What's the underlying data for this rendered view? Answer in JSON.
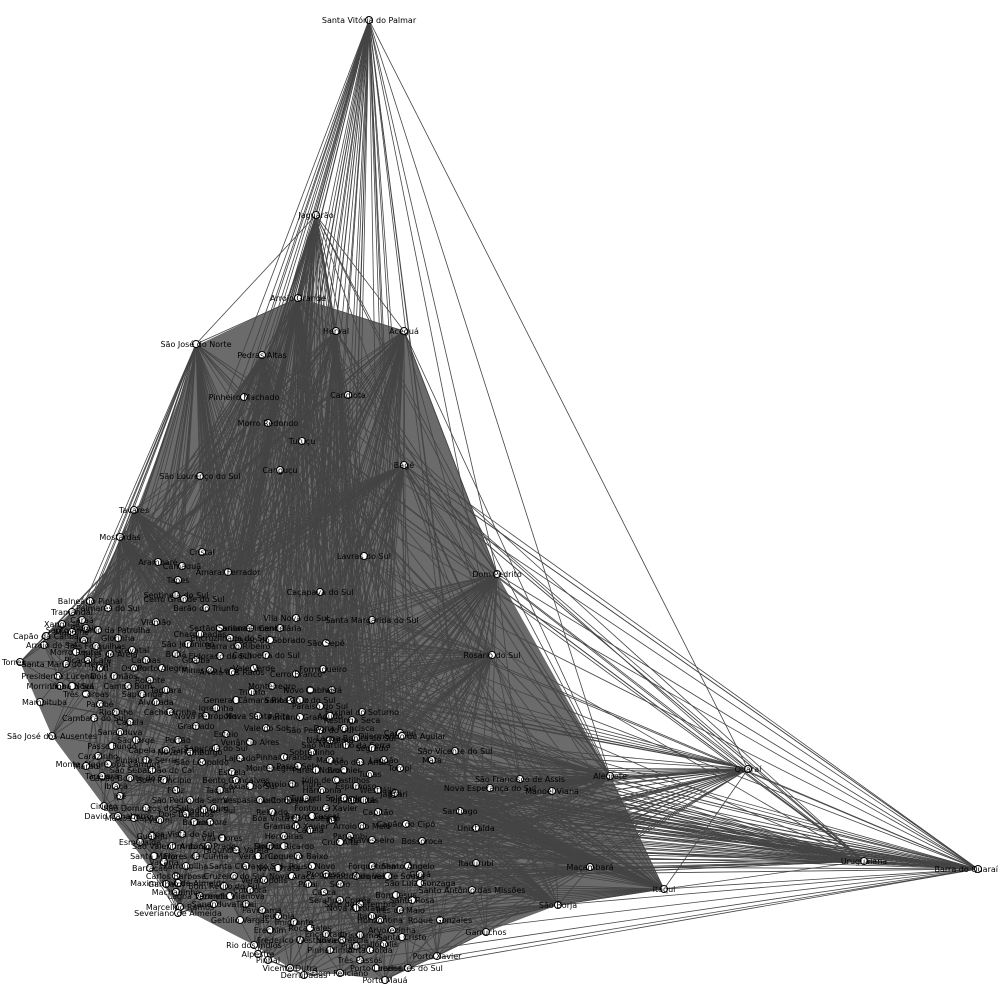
{
  "graph": {
    "edge_color": "#444444",
    "node_fill": "#ffffff",
    "node_stroke": "#000000",
    "label_color": "#000000",
    "nodes": [
      {
        "name": "Santa Vitória do Palmar"
      },
      {
        "name": "Jaguarão"
      },
      {
        "name": "Arroio Grande"
      },
      {
        "name": "Herval"
      },
      {
        "name": "Aceguá"
      },
      {
        "name": "São José do Norte"
      },
      {
        "name": "Pedras Altas"
      },
      {
        "name": "Pinheiro Machado"
      },
      {
        "name": "Candiota"
      },
      {
        "name": "Morro Redondo"
      },
      {
        "name": "Turuçu"
      },
      {
        "name": "São Lourenço do Sul"
      },
      {
        "name": "Canguçu"
      },
      {
        "name": "Bagé"
      },
      {
        "name": "Tavares"
      },
      {
        "name": "Mostardas"
      },
      {
        "name": "Dom Pedrito"
      },
      {
        "name": "Caçapava do Sul"
      },
      {
        "name": "Lavras do Sul"
      },
      {
        "name": "Rosário do Sul"
      },
      {
        "name": "Santa Margarida do Sul"
      },
      {
        "name": "São Sepé"
      },
      {
        "name": "Formigueiro"
      },
      {
        "name": "Quaraí"
      },
      {
        "name": "Alegrete"
      },
      {
        "name": "Uruguaiana"
      },
      {
        "name": "Barra do Quaraí"
      },
      {
        "name": "Manoel Viana"
      },
      {
        "name": "Itaqui"
      },
      {
        "name": "São Borja"
      },
      {
        "name": "Maçambará"
      },
      {
        "name": "São Vicente do Sul"
      },
      {
        "name": "Nova Esperança do Sul"
      },
      {
        "name": "Jaguari"
      },
      {
        "name": "Santiago"
      },
      {
        "name": "Unistalda"
      },
      {
        "name": "Capão do Cipó"
      },
      {
        "name": "Bossoroca"
      },
      {
        "name": "Itacurubi"
      },
      {
        "name": "Garruchos"
      },
      {
        "name": "Santo Antônio das Missões"
      },
      {
        "name": "Porto Xavier"
      },
      {
        "name": "Porto Mauá"
      },
      {
        "name": "Dom Feliciano"
      },
      {
        "name": "Vicente Dutra"
      },
      {
        "name": "Rio dos Índios"
      },
      {
        "name": "Alpestre"
      },
      {
        "name": "Marcelino Ramos"
      },
      {
        "name": "Severiano de Almeida"
      },
      {
        "name": "Maximiliano de Almeida"
      },
      {
        "name": "Machadinho"
      },
      {
        "name": "Barracão"
      },
      {
        "name": "São José dos Ausentes"
      },
      {
        "name": "Monte Alegre dos Campos"
      },
      {
        "name": "Cambará do Sul"
      },
      {
        "name": "Mampituba"
      },
      {
        "name": "Morrinhos do Sul"
      },
      {
        "name": "Torres"
      },
      {
        "name": "Capão da Canoa"
      },
      {
        "name": "Arroio do Sal"
      },
      {
        "name": "Xangri-lá"
      },
      {
        "name": "Tramandaí"
      },
      {
        "name": "Balneário Pinhal"
      },
      {
        "name": "Palmares do Sul"
      },
      {
        "name": "Cidreira"
      },
      {
        "name": "Viamão"
      },
      {
        "name": "Arambaré"
      },
      {
        "name": "Camaquã"
      },
      {
        "name": "Cristal"
      },
      {
        "name": "Amaral Ferrador"
      },
      {
        "name": "Tapes"
      },
      {
        "name": "Sentinela do Sul"
      },
      {
        "name": "Cerro Grande do Sul"
      },
      {
        "name": "Barão do Triunfo"
      },
      {
        "name": "Encruzilhada do Sul"
      },
      {
        "name": "Cachoeira do Sul"
      },
      {
        "name": "Rio Pardo"
      },
      {
        "name": "Pantano Grande"
      },
      {
        "name": "Restinga Seca"
      },
      {
        "name": "Cacequi"
      },
      {
        "name": "Mata"
      },
      {
        "name": "Toropi"
      },
      {
        "name": "Jari"
      },
      {
        "name": "Tupanciretã"
      },
      {
        "name": "Dilermando de Aguiar"
      },
      {
        "name": "São Francisco de Assis"
      },
      {
        "name": "São Martinho da Serra"
      },
      {
        "name": "Santa Rosa"
      },
      {
        "name": "Roque Gonzales"
      },
      {
        "name": "São Luiz Gonzaga"
      },
      {
        "name": "Sete de Setembro"
      },
      {
        "name": "Bom Jesus"
      },
      {
        "name": "Vila Nova do Sul"
      },
      {
        "name": "Pinhal Grande"
      },
      {
        "name": "Nova Palma"
      },
      {
        "name": "Júlio de Castilhos"
      },
      {
        "name": "São Pedro do Sul"
      },
      {
        "name": "Cruz Alta"
      },
      {
        "name": "Santa Cruz do Sul"
      },
      {
        "name": "Caxias do Sul"
      },
      {
        "name": "Bento Gonçalves"
      },
      {
        "name": "Santo Cristo"
      },
      {
        "name": "Tiradentes do Sul"
      },
      {
        "name": "Porto Lucena"
      },
      {
        "name": "Três Passos"
      },
      {
        "name": "Derrubadas"
      },
      {
        "name": "Pinhal"
      },
      {
        "name": "Montenegro"
      },
      {
        "name": "Triunfo"
      },
      {
        "name": "General Câmara"
      },
      {
        "name": "Vale do Sol"
      },
      {
        "name": "Venâncio Aires"
      },
      {
        "name": "Lajeado"
      },
      {
        "name": "Estrela"
      },
      {
        "name": "Taquari"
      },
      {
        "name": "Muçum"
      },
      {
        "name": "Guaporé"
      },
      {
        "name": "Ijuí"
      },
      {
        "name": "Panambi"
      },
      {
        "name": "Santo Ângelo"
      },
      {
        "name": "Giruá"
      },
      {
        "name": "Três de Maio"
      },
      {
        "name": "Horizontina"
      },
      {
        "name": "Crissiumal"
      },
      {
        "name": "Pinhalzinho"
      },
      {
        "name": "Frederico Westphalen"
      },
      {
        "name": "Erechim"
      },
      {
        "name": "Getúlio Vargas"
      },
      {
        "name": "Sananduva"
      },
      {
        "name": "Lagoa Vermelha"
      },
      {
        "name": "Vacaria"
      },
      {
        "name": "Esmeralda"
      },
      {
        "name": "Muitos Capões"
      },
      {
        "name": "Ipê"
      },
      {
        "name": "Capão Bonito do Sul"
      },
      {
        "name": "Pinhal da Serra"
      },
      {
        "name": "São Jorge"
      },
      {
        "name": "Sananduva"
      },
      {
        "name": "Santa Maria"
      },
      {
        "name": "Ivorá"
      },
      {
        "name": "Faxinal do Soturno"
      },
      {
        "name": "Sobradinho"
      },
      {
        "name": "Passa Sete"
      },
      {
        "name": "Arroio do Tigre"
      },
      {
        "name": "Salto do Jacuí"
      },
      {
        "name": "Boa Vista do Cadeado"
      },
      {
        "name": "Canela"
      },
      {
        "name": "Gramado"
      },
      {
        "name": "Nova Petrópolis"
      },
      {
        "name": "Igrejinha"
      },
      {
        "name": "Taquara"
      },
      {
        "name": "Rolante"
      },
      {
        "name": "Osório"
      },
      {
        "name": "Terra de Areia"
      },
      {
        "name": "Três Forquilhas"
      },
      {
        "name": "Itati"
      },
      {
        "name": "Maquiné"
      },
      {
        "name": "Caraá"
      },
      {
        "name": "Santo Antônio da Patrulha"
      },
      {
        "name": "Glorinha"
      },
      {
        "name": "Gravataí"
      },
      {
        "name": "Canoas"
      },
      {
        "name": "Porto Alegre"
      },
      {
        "name": "Guaíba"
      },
      {
        "name": "Eldorado do Sul"
      },
      {
        "name": "Barra do Ribeiro"
      },
      {
        "name": "Mariana Pimentel"
      },
      {
        "name": "Sertão Santana"
      },
      {
        "name": "Charqueadas"
      },
      {
        "name": "São Jerônimo"
      },
      {
        "name": "Butiá"
      },
      {
        "name": "Minas do Leão"
      },
      {
        "name": "Arroio dos Ratos"
      },
      {
        "name": "Vale Verde"
      },
      {
        "name": "Passo do Sobrado"
      },
      {
        "name": "Candelária"
      },
      {
        "name": "Cerro Branco"
      },
      {
        "name": "Novo Cabrais"
      },
      {
        "name": "Paraíso do Sul"
      },
      {
        "name": "Agudo"
      },
      {
        "name": "Dona Francisca"
      },
      {
        "name": "Lagoa Bonita do Sul"
      },
      {
        "name": "Segredo"
      },
      {
        "name": "Lagoão"
      },
      {
        "name": "Tunas"
      },
      {
        "name": "Espumoso"
      },
      {
        "name": "Soledade"
      },
      {
        "name": "Fontoura Xavier"
      },
      {
        "name": "Barros Cassal"
      },
      {
        "name": "Gramado Xavier"
      },
      {
        "name": "Herveiras"
      },
      {
        "name": "Sinimbu"
      },
      {
        "name": "Vera Cruz"
      },
      {
        "name": "Santa Clara do Sul"
      },
      {
        "name": "Cruzeiro do Sul"
      },
      {
        "name": "Bom Retiro do Sul"
      },
      {
        "name": "Fazenda Vilanova"
      },
      {
        "name": "Tabaí"
      },
      {
        "name": "Paverama"
      },
      {
        "name": "Teutônia"
      },
      {
        "name": "Imigrante"
      },
      {
        "name": "Roca Sales"
      },
      {
        "name": "Encantado"
      },
      {
        "name": "Nova Bréscia"
      },
      {
        "name": "Putinga"
      },
      {
        "name": "Anta Gorda"
      },
      {
        "name": "Ilópolis"
      },
      {
        "name": "Arvorezinha"
      },
      {
        "name": "Itapuca"
      },
      {
        "name": "Nova Alvorada"
      },
      {
        "name": "Serafina Corrêa"
      },
      {
        "name": "Casca"
      },
      {
        "name": "Parai"
      },
      {
        "name": "Nova Araçá"
      },
      {
        "name": "Nova Prata"
      },
      {
        "name": "Veranópolis"
      },
      {
        "name": "Cotiporã"
      },
      {
        "name": "Fagundes Varela"
      },
      {
        "name": "Vila Flores"
      },
      {
        "name": "Antônio Prado"
      },
      {
        "name": "Flores da Cunha"
      },
      {
        "name": "Farroupilha"
      },
      {
        "name": "Carlos Barbosa"
      },
      {
        "name": "Garibaldi"
      },
      {
        "name": "Boa Vista do Sul"
      },
      {
        "name": "Barão"
      },
      {
        "name": "Salvador do Sul"
      },
      {
        "name": "São Pedro da Serra"
      },
      {
        "name": "Feliz"
      },
      {
        "name": "Bom Princípio"
      },
      {
        "name": "São Sebastião do Caí"
      },
      {
        "name": "Capela de Santana"
      },
      {
        "name": "Portão"
      },
      {
        "name": "Novo Hamburgo"
      },
      {
        "name": "São Leopoldo"
      },
      {
        "name": "Sapucaia do Sul"
      },
      {
        "name": "Esteio"
      },
      {
        "name": "Cachoeirinha"
      },
      {
        "name": "Alvorada"
      },
      {
        "name": "Sapiranga"
      },
      {
        "name": "Campo Bom"
      },
      {
        "name": "Dois Irmãos"
      },
      {
        "name": "Ivoti"
      },
      {
        "name": "Picada Café"
      },
      {
        "name": "Morro Reuter"
      },
      {
        "name": "Santa Maria do Herval"
      },
      {
        "name": "Presidente Lucena"
      },
      {
        "name": "Linha Nova"
      },
      {
        "name": "Três Coroas"
      },
      {
        "name": "Parobé"
      },
      {
        "name": "Riozinho"
      },
      {
        "name": "Capela"
      },
      {
        "name": "Passo Fundo"
      },
      {
        "name": "Carazinho"
      },
      {
        "name": "Marau"
      },
      {
        "name": "Tapejara"
      },
      {
        "name": "Ibiaçá"
      },
      {
        "name": "Ciríaco"
      },
      {
        "name": "David Canabarro"
      },
      {
        "name": "São Domingos do Sul"
      },
      {
        "name": "Vanini"
      },
      {
        "name": "Guabiju"
      },
      {
        "name": "São Valentim do Sul"
      },
      {
        "name": "Dois Lajeados"
      },
      {
        "name": "Vespasiano Corrêa"
      },
      {
        "name": "Relvado"
      },
      {
        "name": "Doutor Ricardo"
      },
      {
        "name": "Coqueiro Baixo"
      },
      {
        "name": "Pouso Novo"
      },
      {
        "name": "Progresso"
      },
      {
        "name": "Sério"
      },
      {
        "name": "Canudos do Vale"
      },
      {
        "name": "Forquetinha"
      },
      {
        "name": "Marques de Souza"
      },
      {
        "name": "Travesseiro"
      },
      {
        "name": "Arroio do Meio"
      },
      {
        "name": "Capitão"
      },
      {
        "name": "Colinas"
      },
      {
        "name": "Westfália"
      },
      {
        "name": "Poço das Antas"
      },
      {
        "name": "Brochier"
      },
      {
        "name": "Maratá"
      },
      {
        "name": "Pareci Novo"
      },
      {
        "name": "Harmonia"
      },
      {
        "name": "Tupandi"
      },
      {
        "name": "Montenegro"
      },
      {
        "name": "Nova Santa Rita"
      }
    ]
  }
}
